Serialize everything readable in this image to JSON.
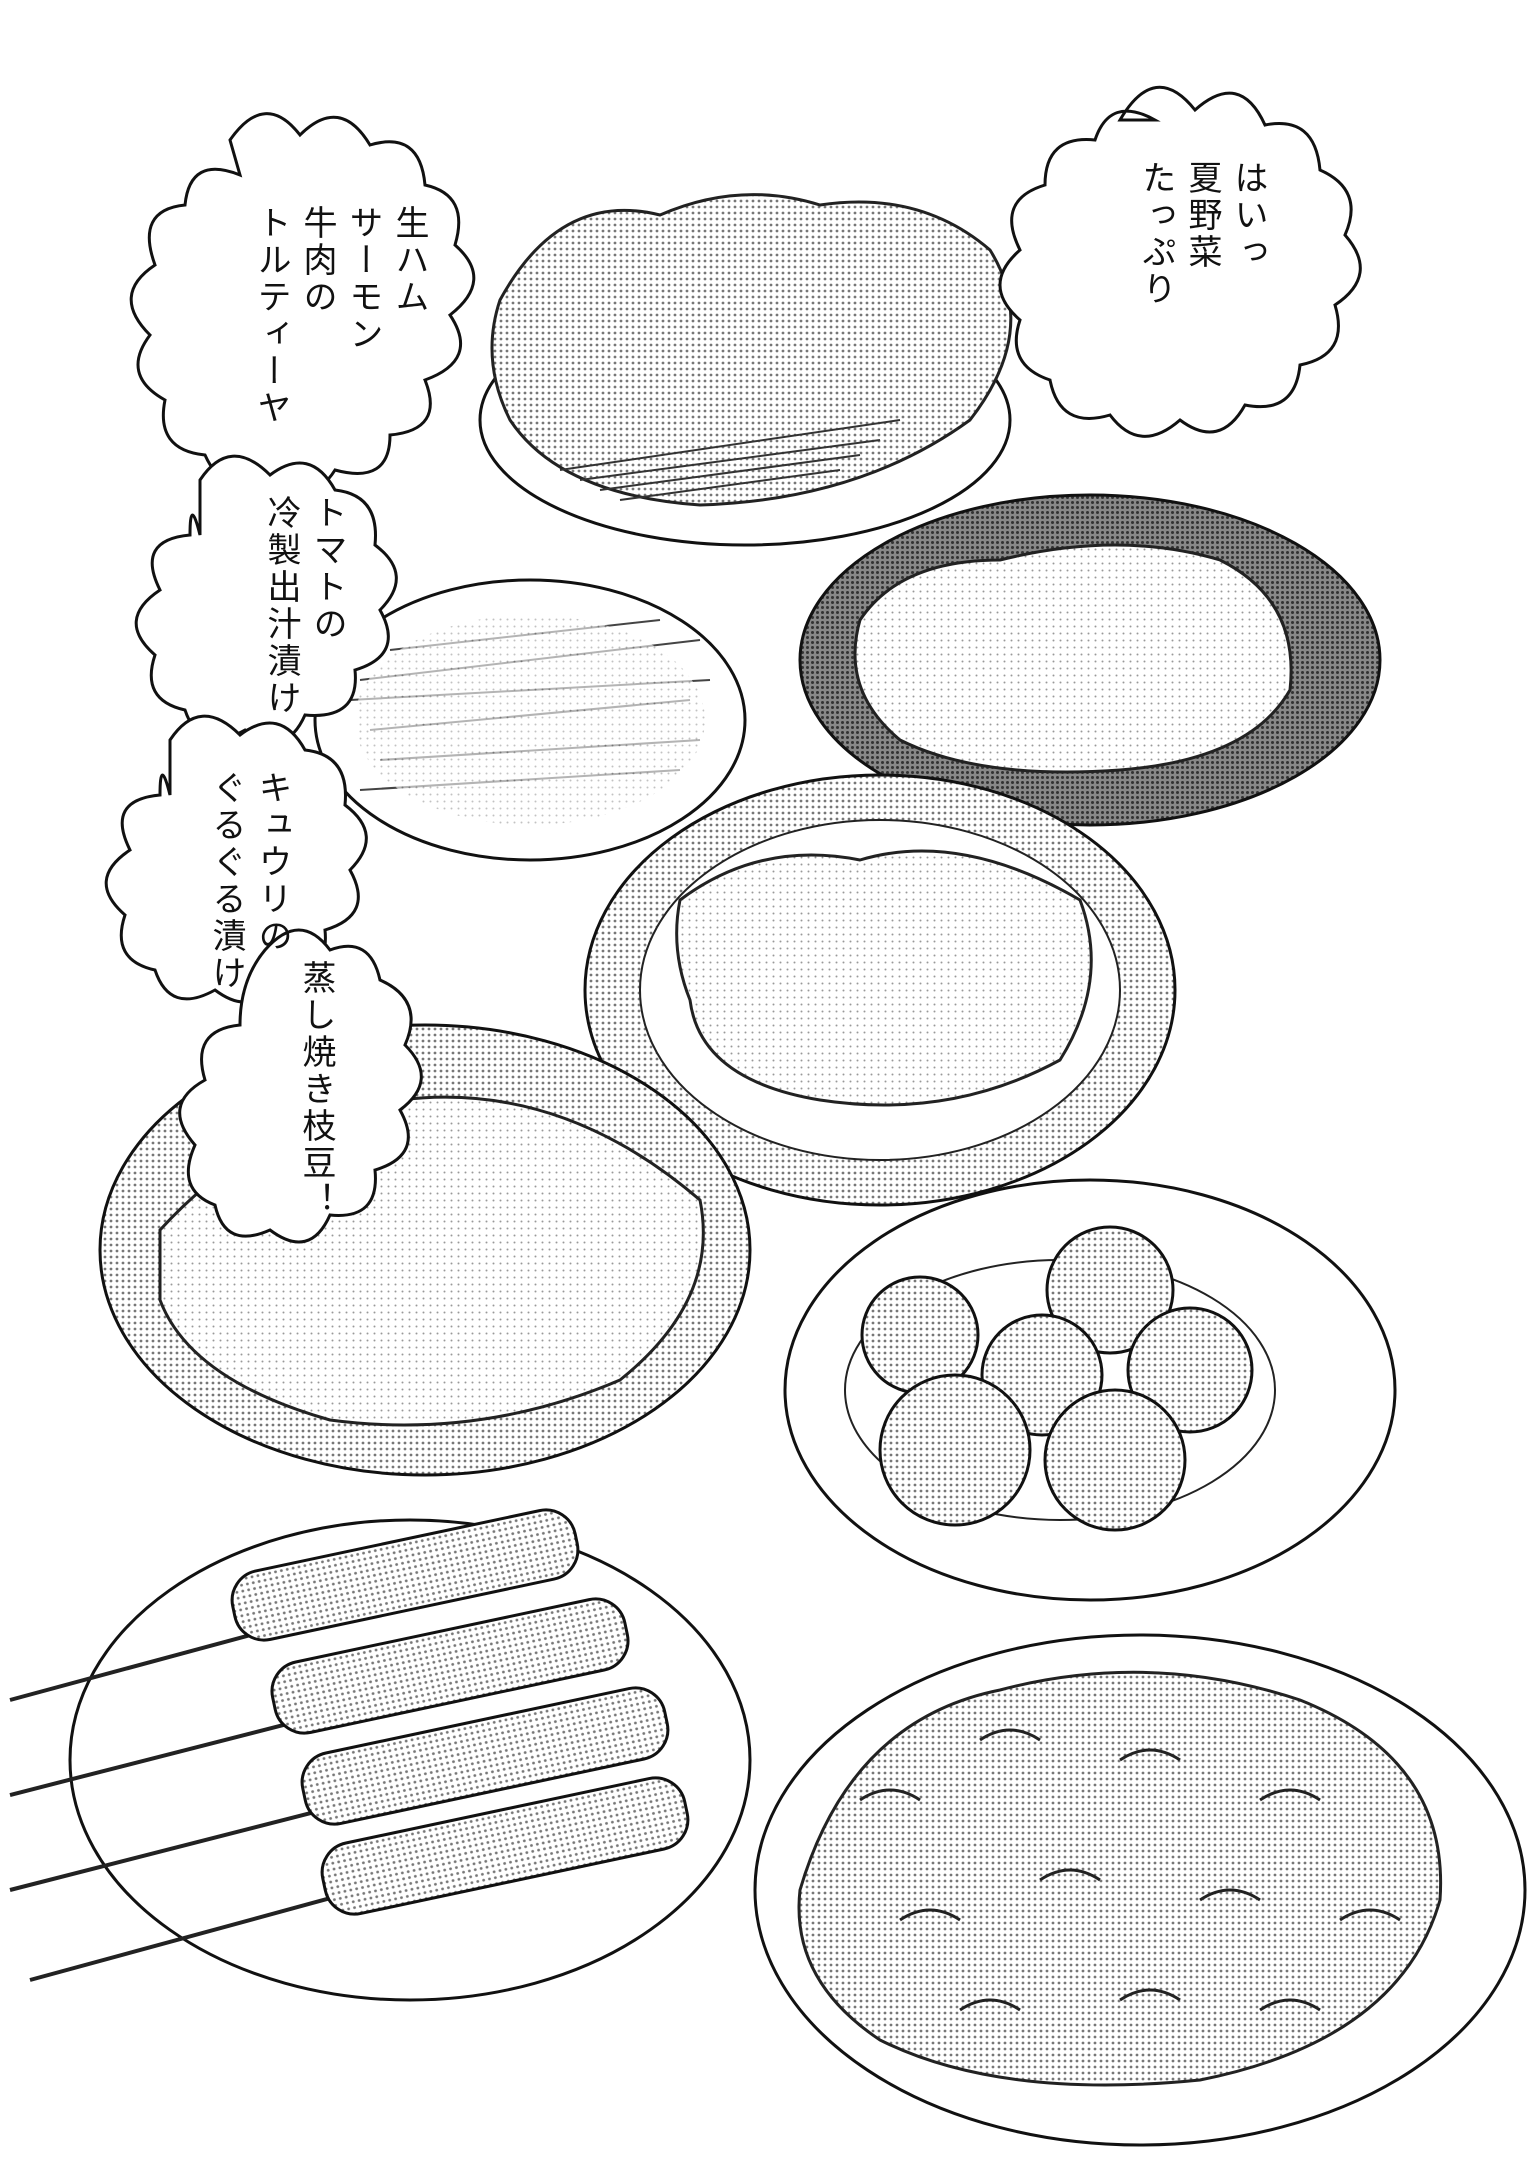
{
  "colors": {
    "ink": "#111111",
    "paper": "#ffffff",
    "screentone_light": "#d9d9d9",
    "screentone_mid": "#a9a9a9",
    "screentone_dark": "#555555"
  },
  "bubbles": {
    "b1": {
      "lines": [
        "はいっ",
        "夏野菜",
        "たっぷり"
      ]
    },
    "b2": {
      "lines": [
        "生ハム",
        "サーモン",
        "牛肉の",
        "トルティーヤ"
      ]
    },
    "b3": {
      "lines": [
        "トマトの",
        "冷製出汁漬け"
      ]
    },
    "b4": {
      "lines": [
        "キュウリの",
        "ぐるぐる漬け"
      ]
    },
    "b5": {
      "lines": [
        "蒸し焼き枝豆！"
      ]
    }
  }
}
